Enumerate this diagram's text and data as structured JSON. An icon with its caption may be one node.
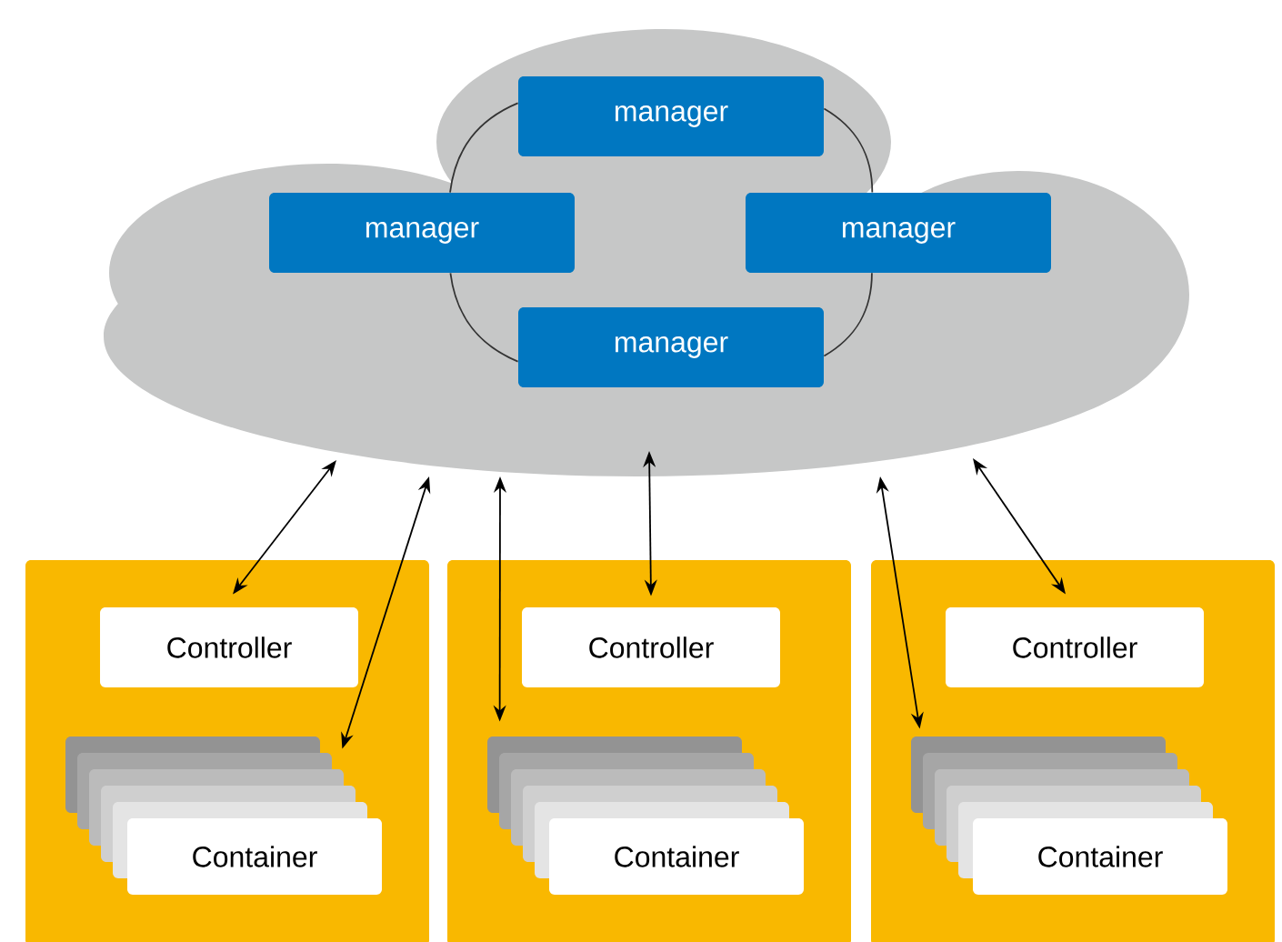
{
  "diagram": {
    "nodes": [
      {
        "text": [],
        "shape": "cloud"
      },
      {
        "text": [
          "manager"
        ],
        "in": 0
      },
      {
        "text": [
          "manager"
        ],
        "in": 0
      },
      {
        "text": [
          "manager"
        ],
        "in": 0
      },
      {
        "text": [
          "manager"
        ],
        "in": 0
      },
      {
        "text": [],
        "shape": "box"
      },
      {
        "text": [
          "Controller"
        ],
        "in": 5
      },
      {
        "text": [
          "Container"
        ],
        "in": 5
      },
      {
        "text": [],
        "shape": "box"
      },
      {
        "text": [
          "Controller"
        ],
        "in": 8
      },
      {
        "text": [
          "Container"
        ],
        "in": 8
      },
      {
        "text": [],
        "shape": "box"
      },
      {
        "text": [
          "Controller"
        ],
        "in": 11
      },
      {
        "text": [
          "Container"
        ],
        "in": 11
      }
    ],
    "edges": [
      {
        "from": 1,
        "to": 2,
        "arrow": "none"
      },
      {
        "from": 1,
        "to": 3,
        "arrow": "none"
      },
      {
        "from": 2,
        "to": 4,
        "arrow": "none"
      },
      {
        "from": 3,
        "to": 4,
        "arrow": "none"
      },
      {
        "from": 0,
        "to": 6,
        "arrow": "both"
      },
      {
        "from": 0,
        "to": 7,
        "arrow": "both"
      },
      {
        "from": 0,
        "to": 10,
        "arrow": "both"
      },
      {
        "from": 0,
        "to": 9,
        "arrow": "both"
      },
      {
        "from": 0,
        "to": 13,
        "arrow": "both"
      },
      {
        "from": 0,
        "to": 12,
        "arrow": "both"
      }
    ]
  }
}
